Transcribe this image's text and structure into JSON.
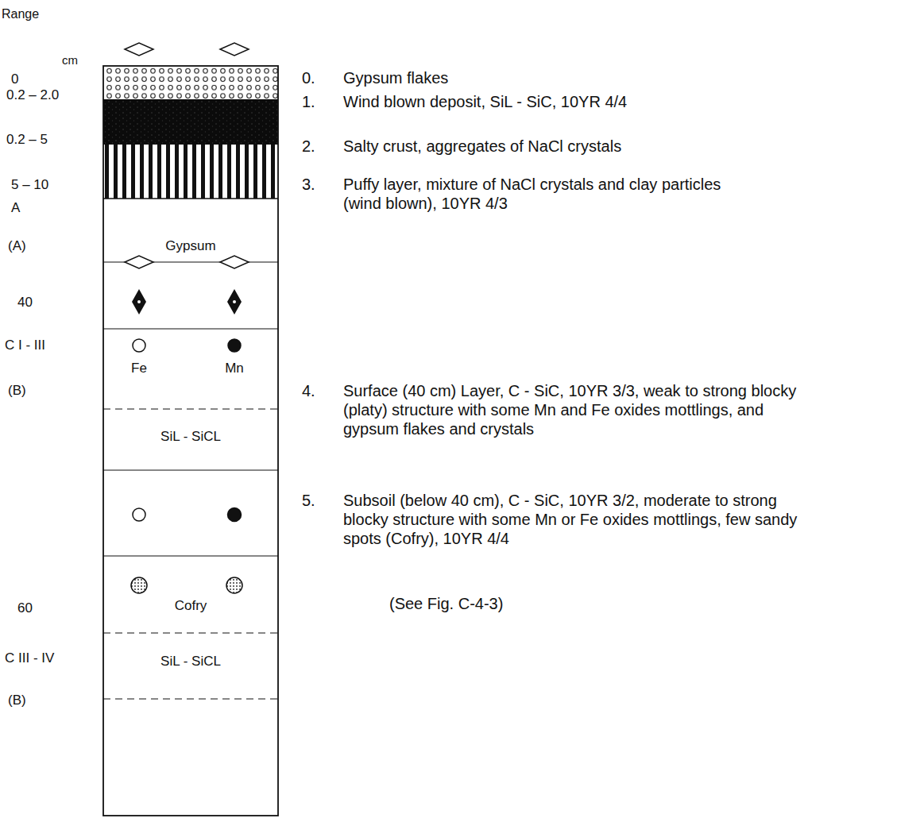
{
  "diagram": {
    "nodes": [
      {
        "text": [
          "Gypsum"
        ]
      },
      {
        "text": [
          "Fe",
          "Mn"
        ]
      },
      {
        "text": [
          "SiL - SiCL"
        ]
      },
      {
        "text": [
          "Cofry"
        ]
      },
      {
        "text": [
          "SiL - SiCL"
        ]
      }
    ],
    "labels": [
      "Range",
      "cm",
      "0",
      "0.2 – 2.0",
      "0.2 – 5",
      "5 – 10",
      "A",
      "(A)",
      "40",
      "C I - III",
      "(B)",
      "60",
      "C III - IV",
      "(B)",
      "0.",
      "Gypsum flakes",
      "1.",
      "Wind blown deposit, SiL - SiC, 10YR 4/4",
      "2.",
      "Salty crust, aggregates of NaCl crystals",
      "3.",
      "Puffy layer, mixture of NaCl crystals and clay particles (wind blown), 10YR 4/3",
      "4.",
      "Surface (40 cm) Layer, C - SiC, 10YR 3/3, weak to strong blocky (platy) structure with some Mn and Fe oxides mottlings, and gypsum flakes and crystals",
      "5.",
      "Subsoil (below 40 cm), C - SiC, 10YR 3/2, moderate to strong blocky structure with some Mn or Fe oxides mottlings, few sandy spots (Cofry), 10YR 4/4",
      "(See Fig. C-4-3)"
    ]
  }
}
